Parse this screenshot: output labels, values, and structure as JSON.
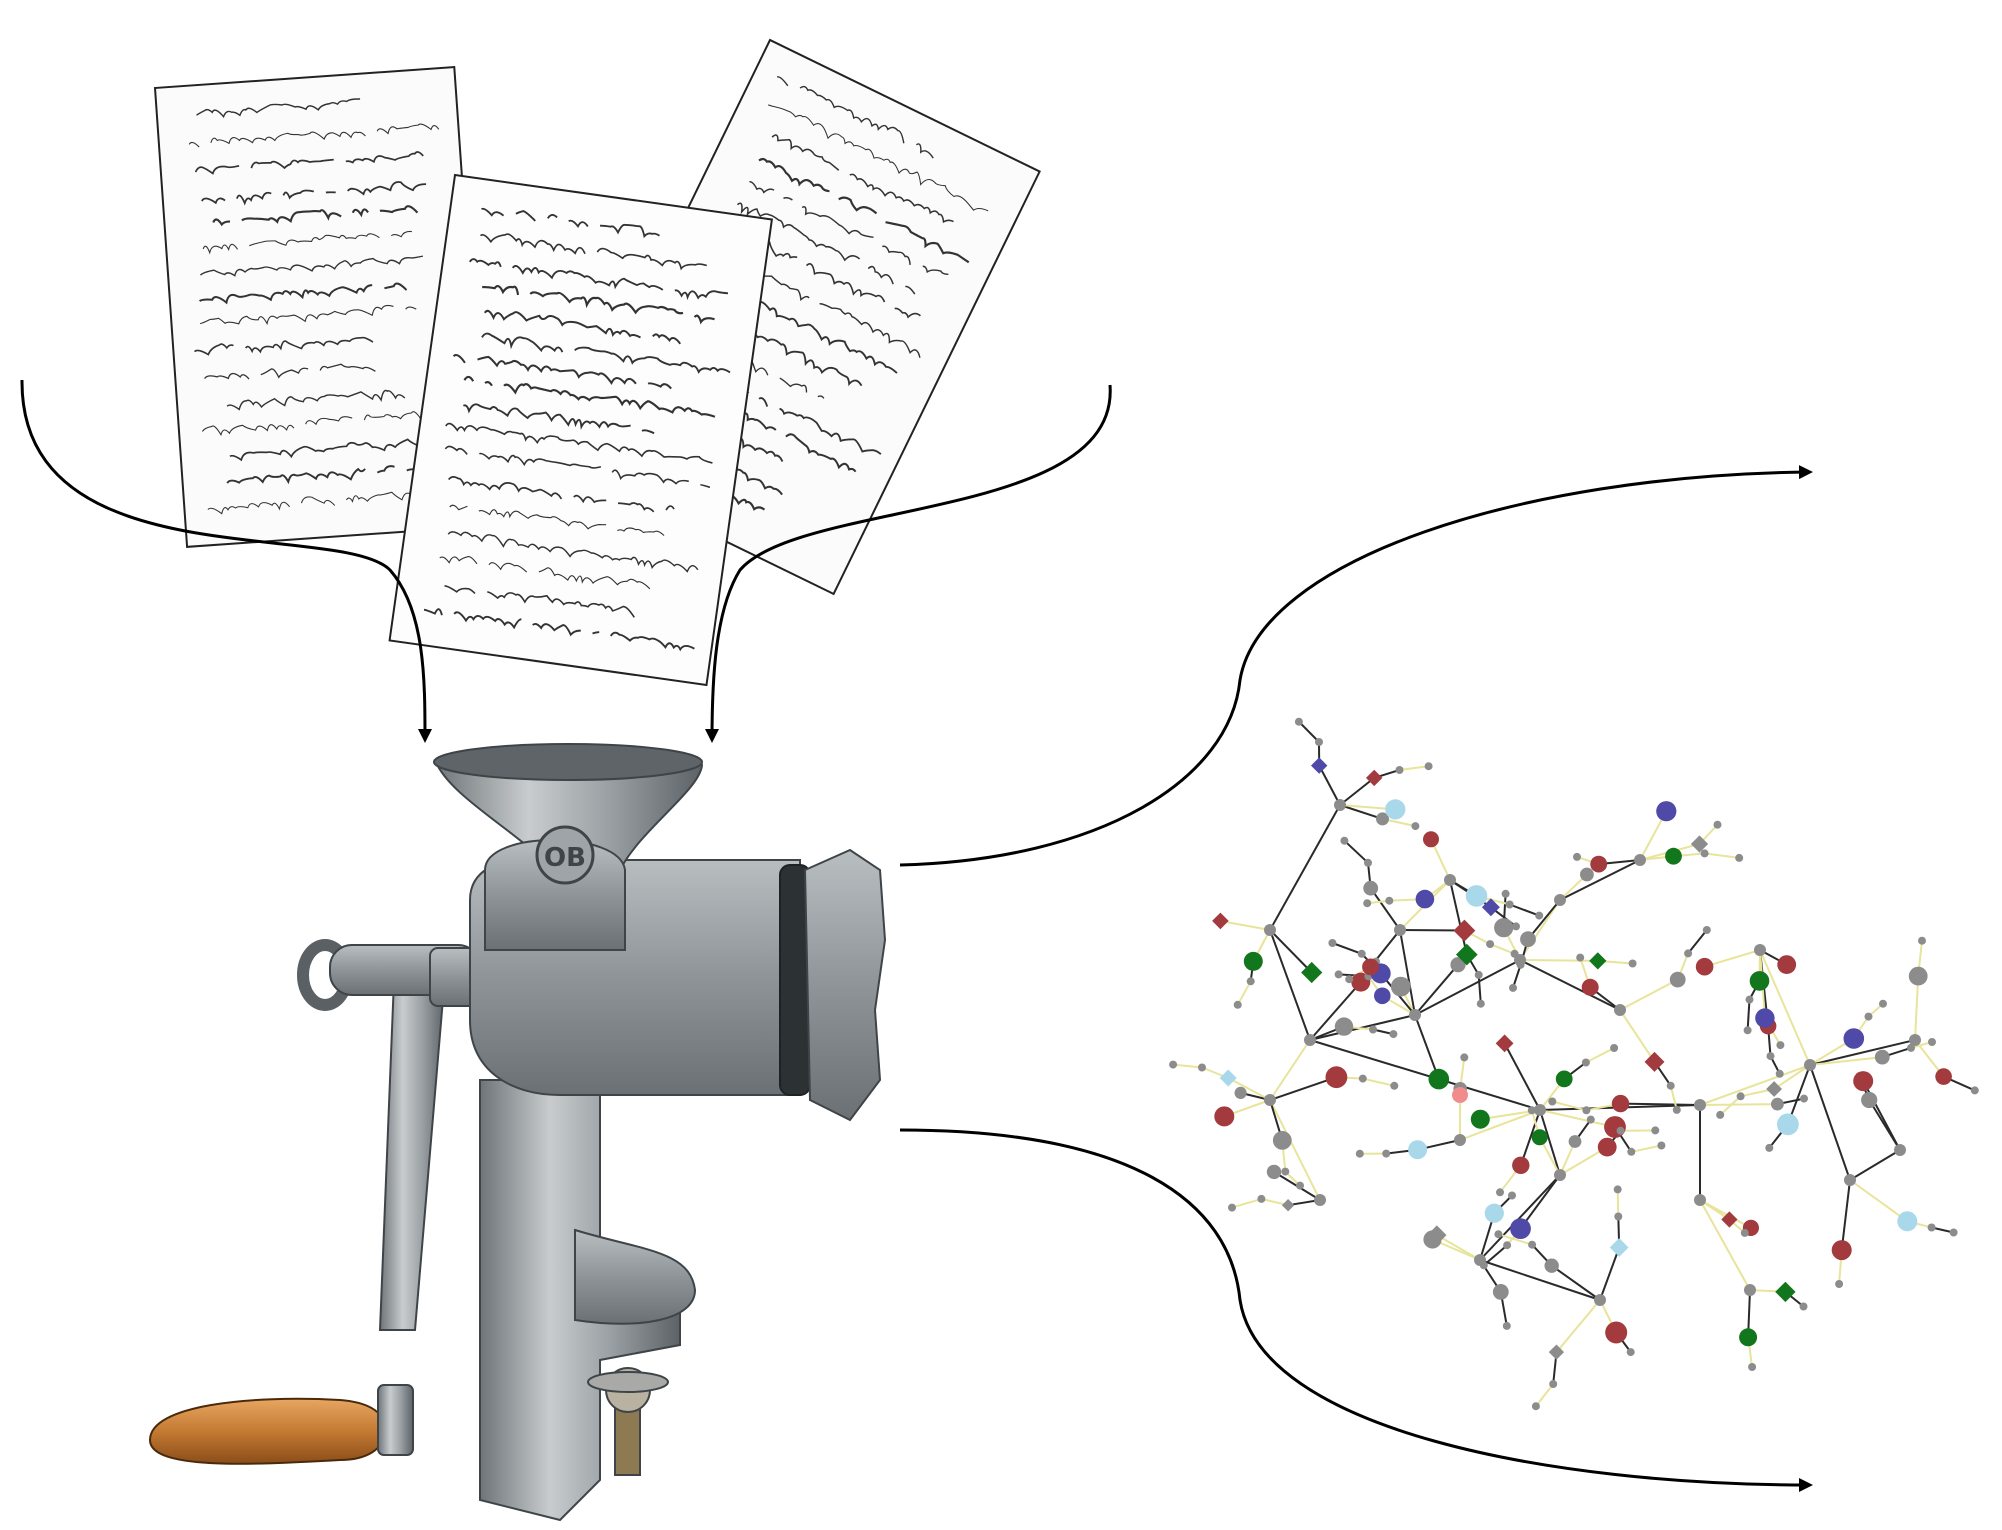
{
  "figure": {
    "stages": [
      "input-documents",
      "meat-grinder",
      "network-graph"
    ],
    "grinder_emblem": "OB"
  },
  "documents": {
    "count": 3,
    "description_kind": "handwritten manuscript pages"
  },
  "network": {
    "node_colors": {
      "gray": "#8c8c8c",
      "red": "#a23a3e",
      "green": "#12761c",
      "blue": "#4f4aa8",
      "lightblue": "#a8d8ea",
      "pink": "#f08c8c"
    },
    "edge_colors": {
      "dark": "#2a2a2a",
      "light": "#e8e49a"
    }
  },
  "colors": {
    "arrow": "#000000",
    "metal": "#9a9fa3",
    "handle": "#c8843d"
  }
}
